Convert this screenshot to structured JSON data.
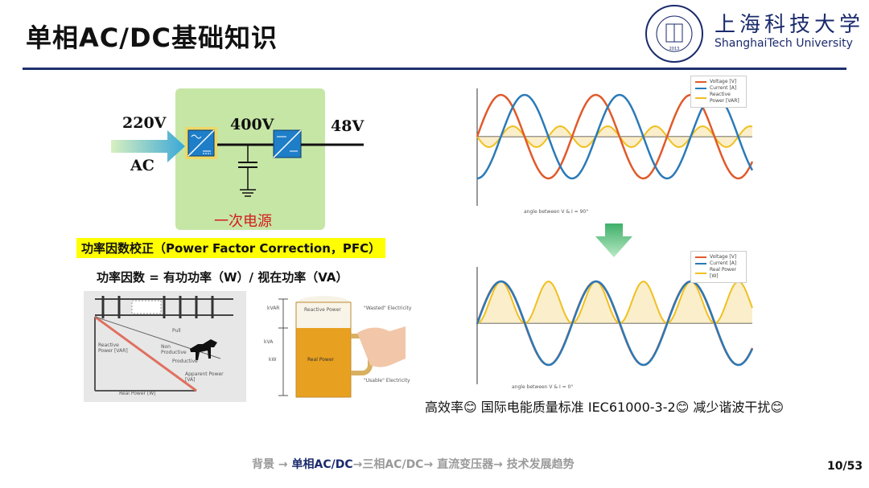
{
  "slide": {
    "title": "单相AC/DC基础知识",
    "page_number": "10/53"
  },
  "logo": {
    "name_cn": "上海科技大学",
    "name_en": "ShanghaiTech University",
    "seal_text": "上海科技大学 SHANGHAITECH UNIVERSITY 2013"
  },
  "power_diagram": {
    "input_voltage": "220V",
    "input_type": "AC",
    "bus_voltage": "400V",
    "output_voltage": "48V",
    "block_label": "一次电源"
  },
  "pfc": {
    "title": "功率因数校正（Power Factor Correction，PFC）",
    "formula": "功率因数 = 有功功率（W）/ 视在功率（VA）"
  },
  "triangle_figure": {
    "reactive_label": "Reactive Power [VAR]",
    "apparent_label": "Apparent Power [VA]",
    "real_label": "Real Power [W]",
    "small_1": "Pull",
    "small_2": "Non Productive",
    "small_3": "Productive"
  },
  "beer_figure": {
    "kvar": "kVAR",
    "kva": "kVA",
    "kw": "kW",
    "foam_label": "Reactive Power",
    "beer_label": "Real Power",
    "wasted": "\"Wasted\" Electricity",
    "usable": "\"Usable\" Electricity"
  },
  "waveform_top": {
    "legend": [
      "Voltage [V]",
      "Current [A]",
      "Reactive Power [VAR]"
    ],
    "angle_note": "angle between V & I = 90°"
  },
  "waveform_bottom": {
    "legend": [
      "Voltage [V]",
      "Current [A]",
      "Real Power [W]"
    ],
    "angle_note": "angle between V & I = 0°"
  },
  "colors": {
    "voltage": "#e05a2b",
    "current": "#2a7ab8",
    "power": "#f0c020",
    "green_box": "#c6e6a6",
    "title_rule": "#1f2f6e"
  },
  "benefits": "高效率😊 国际电能质量标准 IEC61000-3-2😊 减少谐波干扰😊",
  "nav": {
    "items": [
      "背景",
      "单相AC/DC",
      "三相AC/DC",
      "直流变压器",
      "技术发展趋势"
    ],
    "separator": "→",
    "current_index": 1
  }
}
